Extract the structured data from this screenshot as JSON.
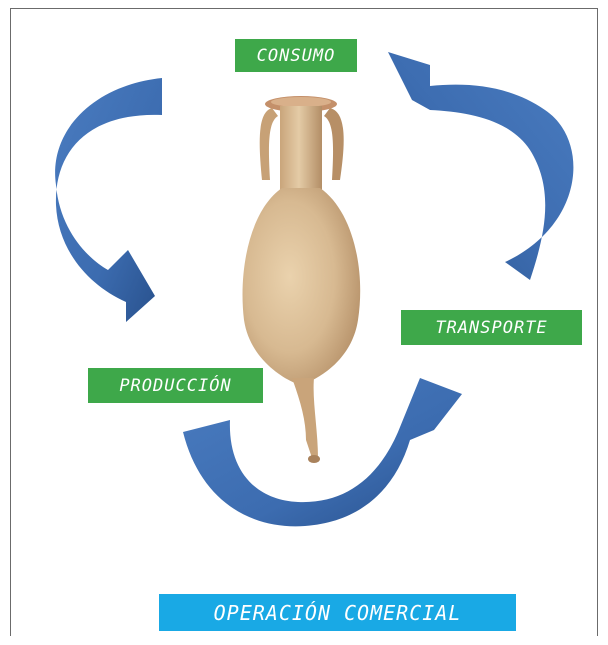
{
  "diagram": {
    "nodes": {
      "consumo": "CONSUMO",
      "transporte": "TRANSPORTE",
      "produccion": "PRODUCCIÓN"
    },
    "title": "OPERACIÓN COMERCIAL"
  },
  "colors": {
    "node_label": "#3ea84a",
    "title_label": "#19a9e5",
    "arrow": "#3c6cb0",
    "arrow_dark": "#28508a",
    "amphora": "#d2b58e"
  },
  "image": {
    "subject": "amphora-image"
  }
}
